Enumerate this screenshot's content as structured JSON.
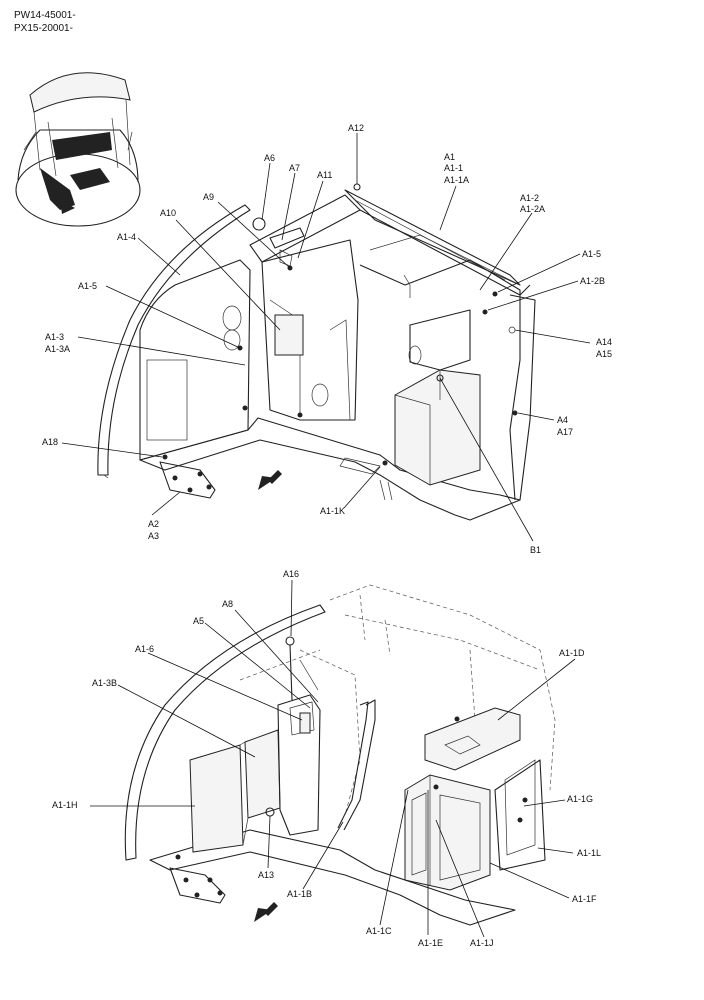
{
  "header": {
    "serial_1": "PW14-45001-",
    "serial_2": "PX15-20001-"
  },
  "upper_view": {
    "labels": {
      "A12": "A12",
      "A1": "A1",
      "A1_1": "A1-1",
      "A1_1A": "A1-1A",
      "A6": "A6",
      "A7": "A7",
      "A11": "A11",
      "A9": "A9",
      "A10": "A10",
      "A1_2": "A1-2",
      "A1_2A": "A1-2A",
      "A1_4": "A1-4",
      "A1_5_right": "A1-5",
      "A1_2B": "A1-2B",
      "A1_5_left": "A1-5",
      "A14": "A14",
      "A15": "A15",
      "A1_3": "A1-3",
      "A1_3A": "A1-3A",
      "A4": "A4",
      "A17": "A17",
      "A18": "A18",
      "A1_1K": "A1-1K",
      "B1": "B1",
      "A2": "A2",
      "A3": "A3"
    }
  },
  "lower_view": {
    "labels": {
      "A16": "A16",
      "A8": "A8",
      "A5": "A5",
      "A1_1D": "A1-1D",
      "A1_6": "A1-6",
      "A1_3B": "A1-3B",
      "A1_1G": "A1-1G",
      "A1_1H": "A1-1H",
      "A1_1L": "A1-1L",
      "A13": "A13",
      "A1_1B": "A1-1B",
      "A1_1F": "A1-1F",
      "A1_1C": "A1-1C",
      "A1_1E": "A1-1E",
      "A1_1J": "A1-1J"
    }
  },
  "icons": {
    "front_arrow": "front-direction-arrow-icon",
    "machine_thumbnail": "machine-overview-icon"
  }
}
